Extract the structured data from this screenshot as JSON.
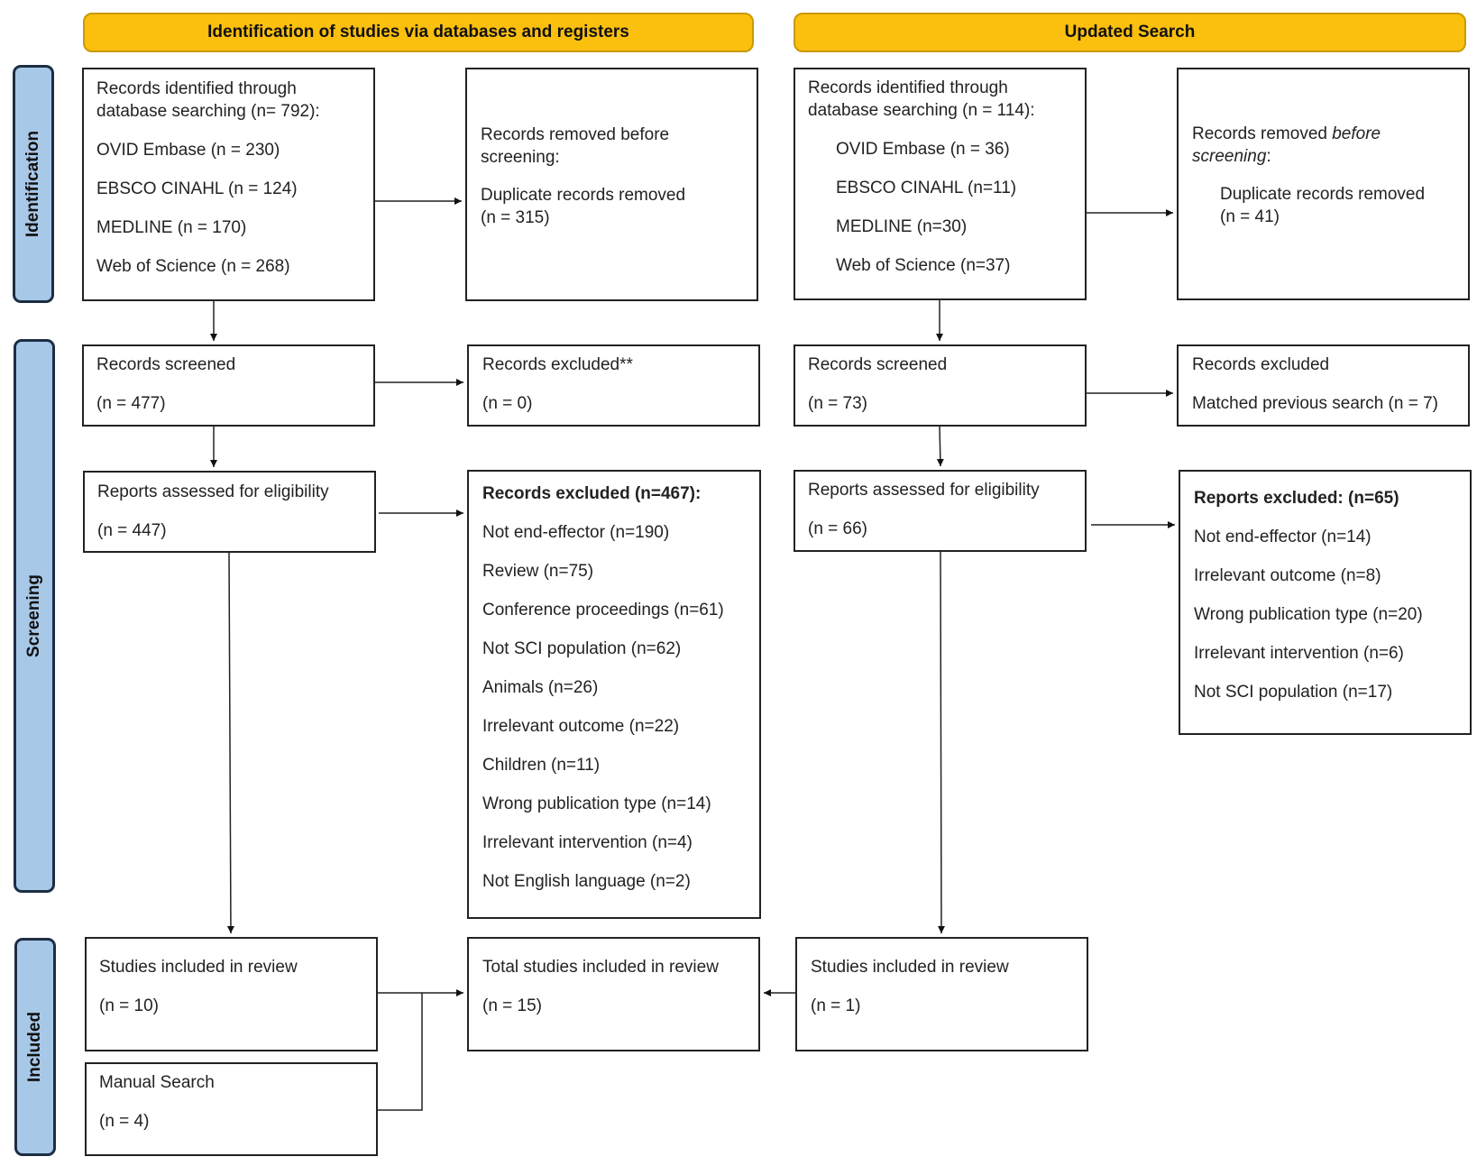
{
  "headers": {
    "left": "Identification of studies via databases and registers",
    "right": "Updated Search"
  },
  "phases": {
    "identification": "Identification",
    "screening": "Screening",
    "included": "Included"
  },
  "left": {
    "identified": {
      "line1": "Records identified through",
      "line2": "database searching (n= 792):",
      "src1": "OVID Embase (n = 230)",
      "src2": "EBSCO CINAHL (n = 124)",
      "src3": "MEDLINE (n = 170)",
      "src4": "Web of Science (n = 268)"
    },
    "removed": {
      "line1": "Records removed before",
      "line2": "screening:",
      "line3": "Duplicate records removed",
      "line4": "(n = 315)"
    },
    "screened": {
      "label": "Records screened",
      "count": "(n = 477)"
    },
    "excluded": {
      "label": "Records excluded**",
      "count": "(n = 0)"
    },
    "assessed": {
      "label": "Reports assessed for eligibility",
      "count": "(n = 447)"
    },
    "excluded_eligibility": {
      "title": "Records excluded (n=467):",
      "reasons": [
        "Not end-effector (n=190)",
        "Review (n=75)",
        "Conference proceedings (n=61)",
        "Not SCI population (n=62)",
        "Animals (n=26)",
        "Irrelevant outcome (n=22)",
        "Children (n=11)",
        "Wrong publication type (n=14)",
        "Irrelevant intervention (n=4)",
        "Not English language (n=2)"
      ]
    },
    "included": {
      "label": "Studies included in review",
      "count": "(n = 10)"
    },
    "manual": {
      "label": "Manual Search",
      "count": "(n = 4)"
    }
  },
  "total": {
    "label": "Total studies included in review",
    "count": "(n = 15)"
  },
  "right": {
    "identified": {
      "line1": "Records identified through",
      "line2": "database searching (n = 114):",
      "src1": "OVID Embase (n = 36)",
      "src2": "EBSCO CINAHL (n=11)",
      "src3": "MEDLINE (n=30)",
      "src4": "Web of Science (n=37)"
    },
    "removed": {
      "line1_a": "Records removed ",
      "line1_b": "before",
      "line2_a": "screening",
      "line2_b": ":",
      "line3": "Duplicate records removed",
      "line4": "(n = 41)"
    },
    "screened": {
      "label": "Records screened",
      "count": "(n = 73)"
    },
    "excluded": {
      "label": "Records excluded",
      "count": "Matched previous search (n = 7)"
    },
    "assessed": {
      "label": "Reports assessed for eligibility",
      "count": "(n = 66)"
    },
    "excluded_eligibility": {
      "title": "Reports excluded: (n=65)",
      "reasons": [
        "Not end-effector (n=14)",
        "Irrelevant outcome (n=8)",
        "Wrong publication type (n=20)",
        "Irrelevant intervention (n=6)",
        "Not SCI population (n=17)"
      ]
    },
    "included": {
      "label": "Studies included in review",
      "count": "(n = 1)"
    }
  }
}
